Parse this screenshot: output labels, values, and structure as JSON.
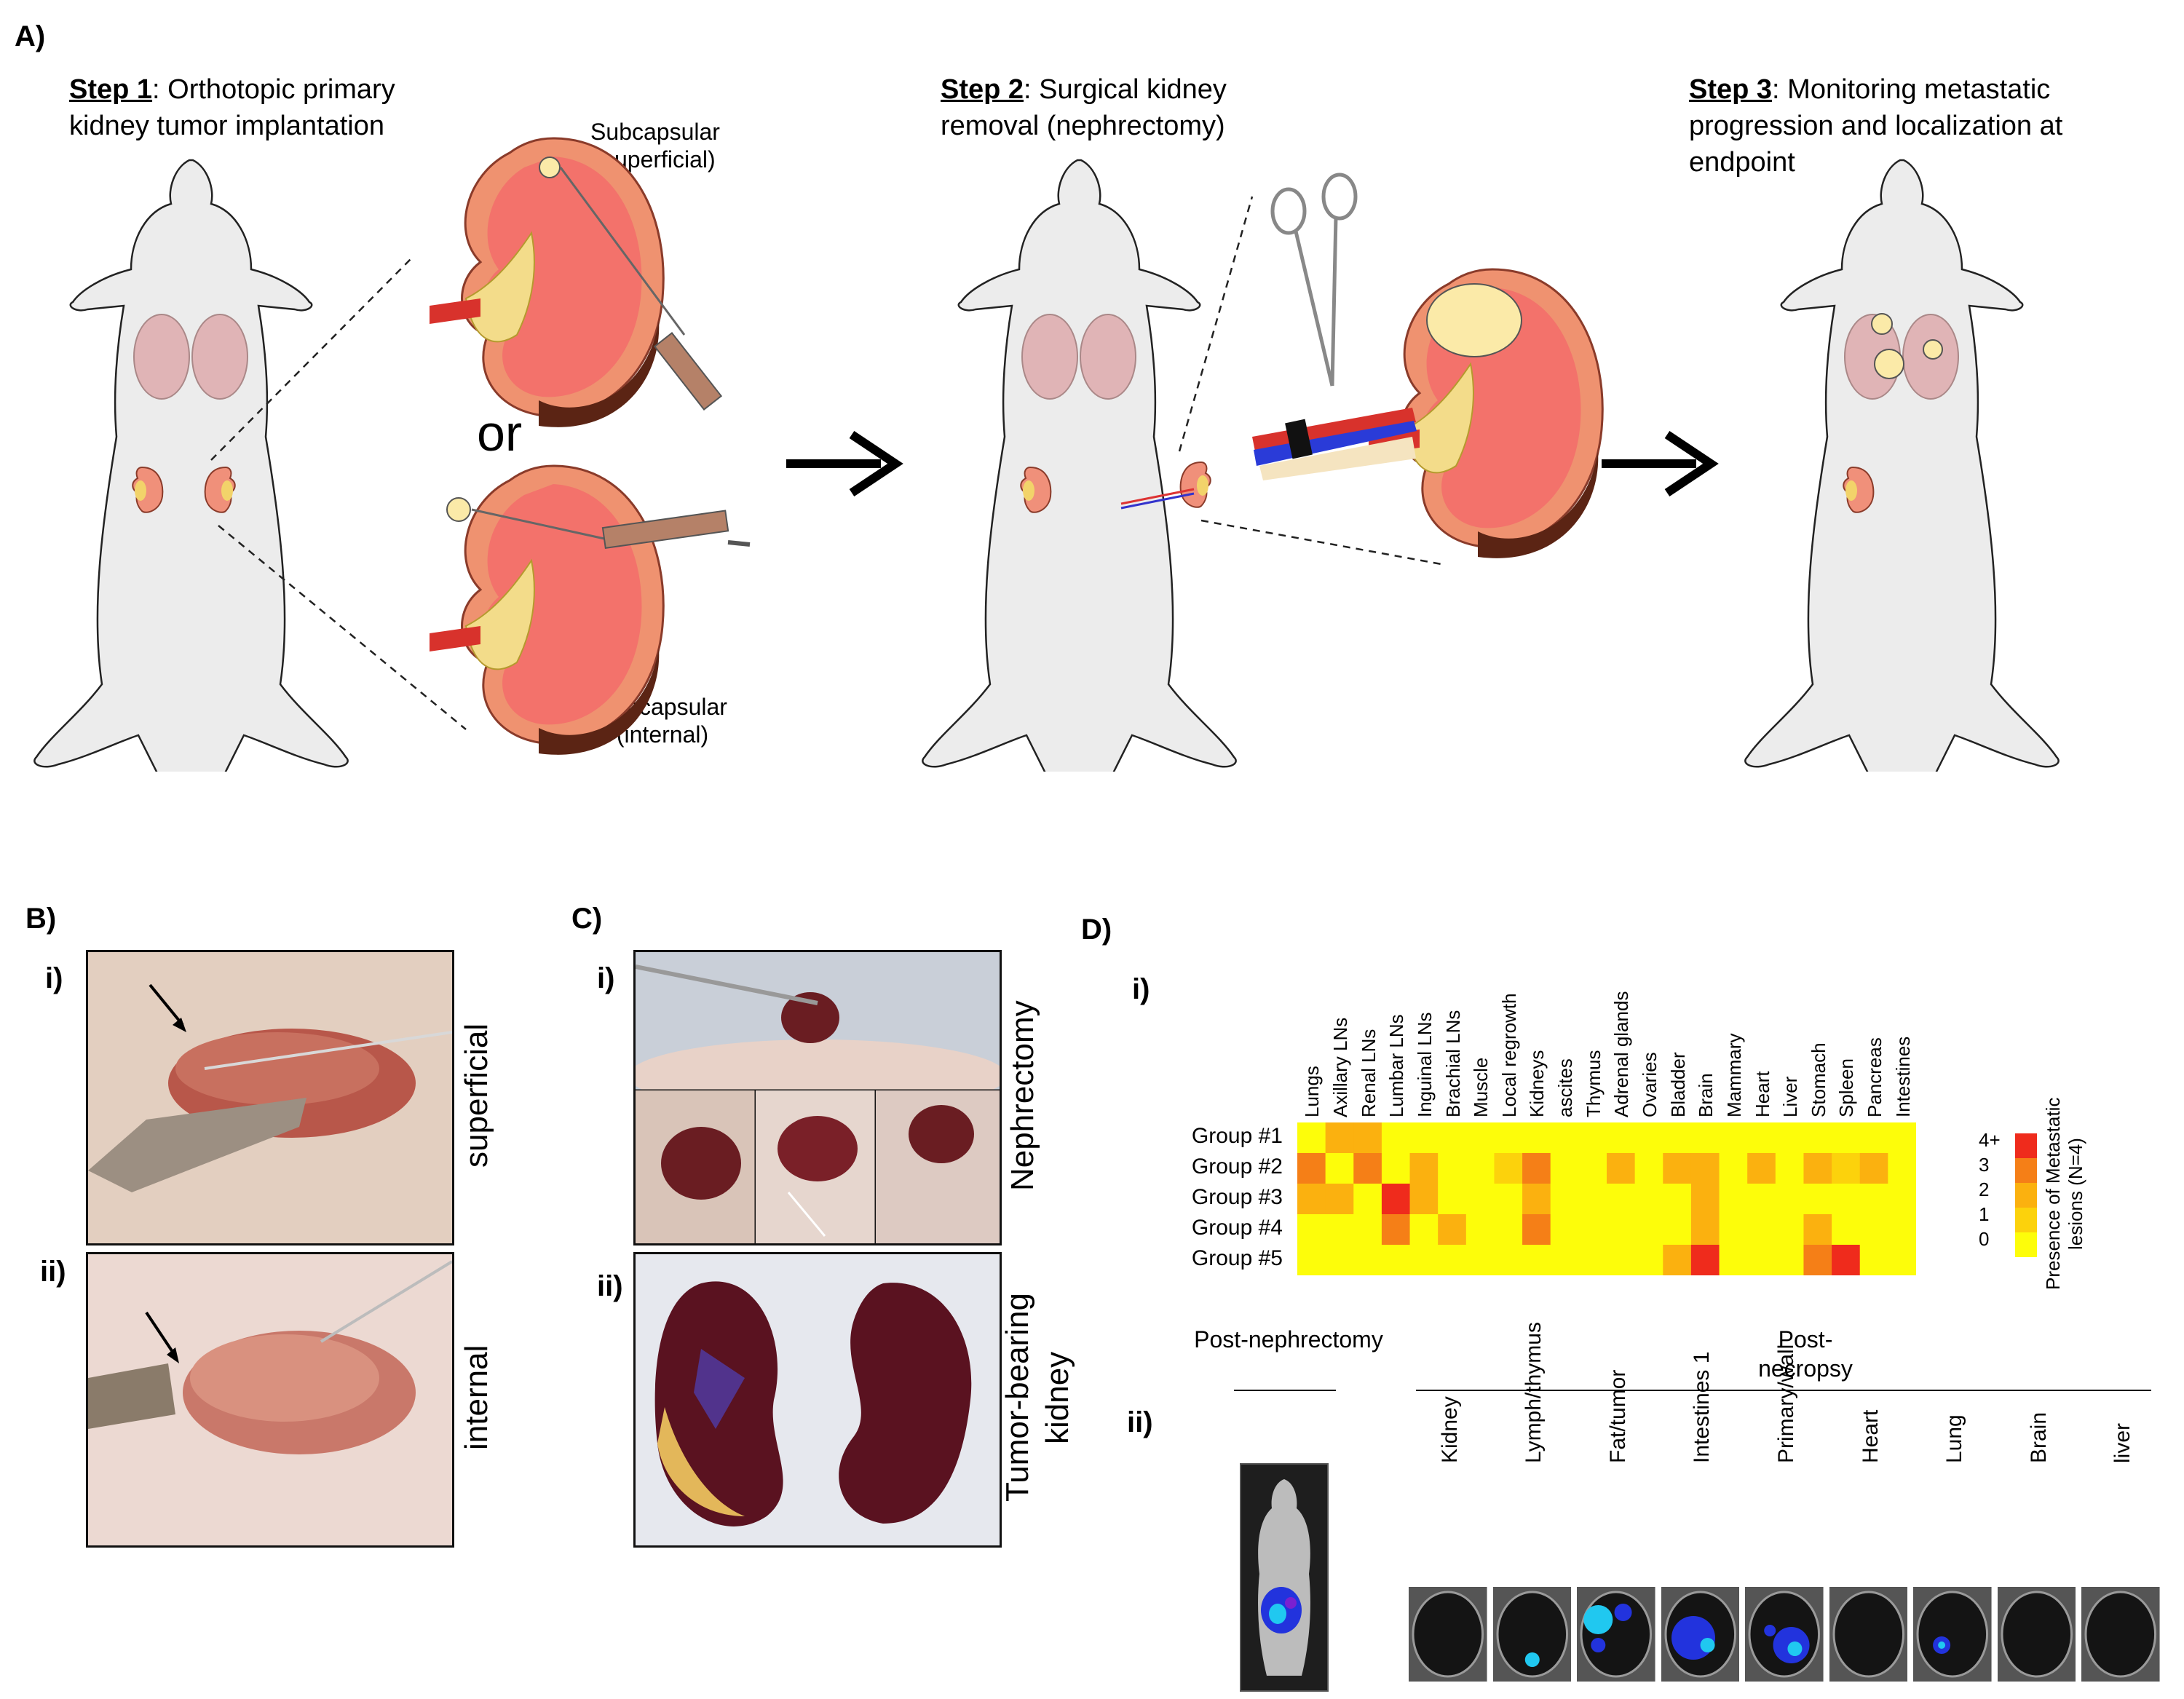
{
  "panel_a": {
    "label": "A)",
    "step1": {
      "bold": "Step 1",
      "text": ": Orthotopic primary kidney tumor implantation"
    },
    "subcap_superficial": [
      "Subcapsular",
      "(superficial)"
    ],
    "or_text": "or",
    "subcap_internal": [
      "Subcapsular",
      "(internal)"
    ],
    "step2": {
      "bold": "Step 2",
      "text": ": Surgical kidney removal (nephrectomy)"
    },
    "step3": {
      "bold": "Step 3",
      "text": ": Monitoring metastatic progression and localization at endpoint"
    }
  },
  "panel_b": {
    "label": "B)",
    "i": "i)",
    "ii": "ii)",
    "i_side": "superficial",
    "ii_side": "internal"
  },
  "panel_c": {
    "label": "C)",
    "i": "i)",
    "ii": "ii)",
    "i_side": "Nephrectomy",
    "ii_side": "Tumor-bearing kidney"
  },
  "panel_d": {
    "label": "D)",
    "i": "i)",
    "ii": "ii)",
    "post_nephrectomy": "Post-nephrectomy",
    "post_necropsy": "Post-necropsy",
    "organs": [
      "Kidney",
      "Lymph/thymus",
      "Fat/tumor",
      "Intestines 1",
      "Primary/wall",
      "Heart",
      "Lung",
      "Brain",
      "liver"
    ],
    "legend_title": "Presence of Metastatic lesions (N=4)",
    "legend_ticks": [
      "4+",
      "3",
      "2",
      "1",
      "0"
    ],
    "colors": {
      "0": "#fdfd0a",
      "1": "#fcd20c",
      "2": "#fbb10f",
      "3": "#f57f17",
      "4": "#ef2b1c"
    }
  },
  "chart_data": {
    "type": "heatmap",
    "x": [
      "Lungs",
      "Axillary LNs",
      "Renal LNs",
      "Lumbar LNs",
      "Inguinal LNs",
      "Brachial LNs",
      "Muscle",
      "Local regrowth",
      "Kidneys",
      "ascites",
      "Thymus",
      "Adrenal glands",
      "Ovaries",
      "Bladder",
      "Brain",
      "Mammary",
      "Heart",
      "Liver",
      "Stomach",
      "Spleen",
      "Pancreas",
      "Intestines"
    ],
    "y": [
      "Group #1",
      "Group #2",
      "Group #3",
      "Group #4",
      "Group #5"
    ],
    "values": [
      [
        0,
        2,
        2,
        0,
        0,
        0,
        0,
        0,
        0,
        0,
        0,
        0,
        0,
        0,
        0,
        0,
        0,
        0,
        0,
        0,
        0,
        0
      ],
      [
        3,
        0,
        3,
        0,
        2,
        0,
        0,
        1,
        3,
        0,
        0,
        2,
        0,
        2,
        2,
        0,
        2,
        0,
        2,
        1,
        2,
        0
      ],
      [
        2,
        2,
        0,
        4,
        2,
        0,
        0,
        0,
        2,
        0,
        0,
        0,
        0,
        0,
        2,
        0,
        0,
        0,
        0,
        0,
        0,
        0
      ],
      [
        0,
        0,
        0,
        3,
        0,
        2,
        0,
        0,
        3,
        0,
        0,
        0,
        0,
        0,
        2,
        0,
        0,
        0,
        2,
        0,
        0,
        0
      ],
      [
        0,
        0,
        0,
        0,
        0,
        0,
        0,
        0,
        0,
        0,
        0,
        0,
        0,
        2,
        4,
        0,
        0,
        0,
        3,
        4,
        0,
        0
      ]
    ],
    "scale": [
      "0",
      "1",
      "2",
      "3",
      "4+"
    ]
  }
}
